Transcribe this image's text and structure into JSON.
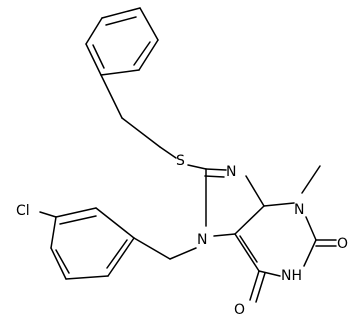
{
  "molecule": {
    "atom_labels": {
      "S": "S",
      "N7": "N",
      "N9": "N",
      "N3": "N",
      "N1": "NH",
      "O2": "O",
      "O6": "O",
      "Cl": "Cl"
    },
    "bond_color": "#000000",
    "background": "#ffffff"
  }
}
